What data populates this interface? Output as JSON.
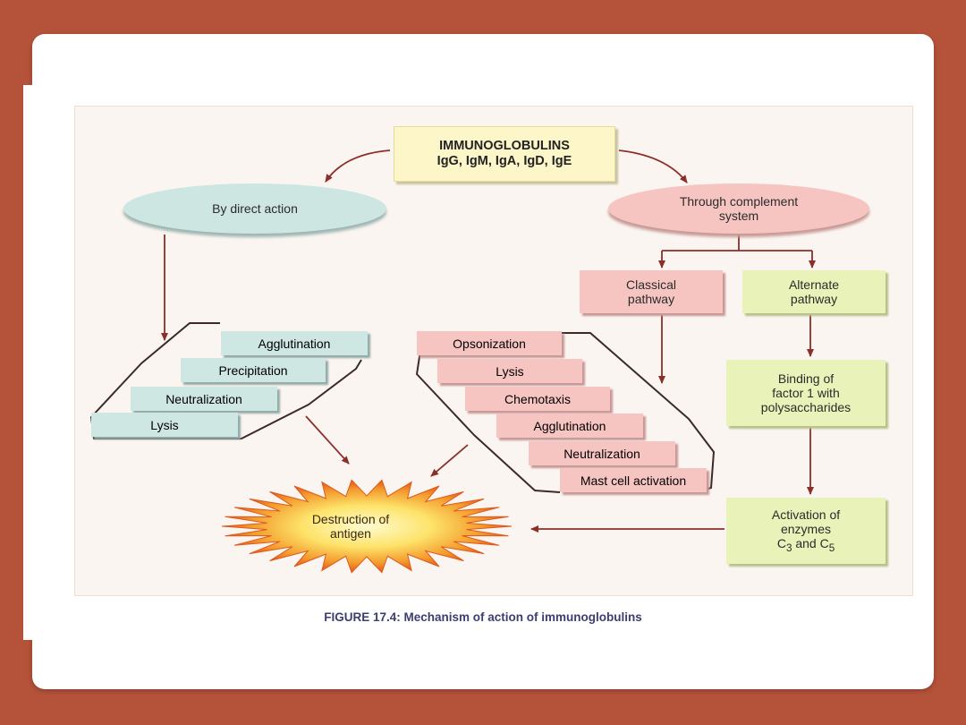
{
  "title": {
    "line1": "IMMUNOGLOBULINS",
    "line2": "IgG, IgM, IgA, IgD, IgE"
  },
  "branches": {
    "direct": "By direct action",
    "complement_line1": "Through complement",
    "complement_line2": "system"
  },
  "pathways": {
    "classical_line1": "Classical",
    "classical_line2": "pathway",
    "alternate_line1": "Alternate",
    "alternate_line2": "pathway"
  },
  "direct_effects": [
    "Agglutination",
    "Precipitation",
    "Neutralization",
    "Lysis"
  ],
  "complement_effects": [
    "Opsonization",
    "Lysis",
    "Chemotaxis",
    "Agglutination",
    "Neutralization",
    "Mast cell activation"
  ],
  "binding": {
    "line1": "Binding of",
    "line2": "factor 1 with",
    "line3": "polysaccharides"
  },
  "activation": {
    "line1": "Activation of",
    "line2": "enzymes",
    "line3_prefix": "C",
    "sub3": "3",
    "line3_mid": " and C",
    "sub5": "5"
  },
  "destruction": {
    "line1": "Destruction of",
    "line2": "antigen"
  },
  "caption": "FIGURE 17.4: Mechanism of action of immunoglobulins",
  "colors": {
    "background": "#b5533a",
    "teal": "#cfe7e3",
    "pink": "#f6c5c2",
    "green": "#e9f2b8",
    "yellow": "#fdf6c8",
    "arrow": "#8b2f2a",
    "caption": "#3a3f70"
  }
}
